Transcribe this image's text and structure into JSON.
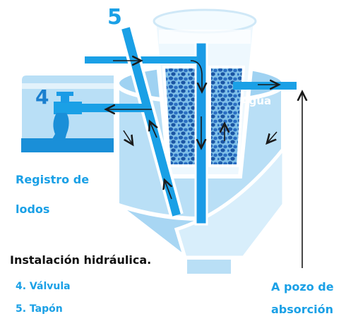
{
  "labels": {
    "num5": "5",
    "num4": "4",
    "agua": "Agua",
    "registro_line1": "Registro de",
    "registro_line2": "lodos",
    "pozo_line1": "A pozo de",
    "pozo_line2": "absorción"
  },
  "legend": {
    "title": "Instalación hidráulica.",
    "item4": "4. Válvula",
    "item5": "5. Tapón"
  },
  "colors": {
    "accent": "#1aa0e6",
    "water": "#b9dff6",
    "outline": "#ffffff",
    "stroke": "#1a1a1a"
  }
}
